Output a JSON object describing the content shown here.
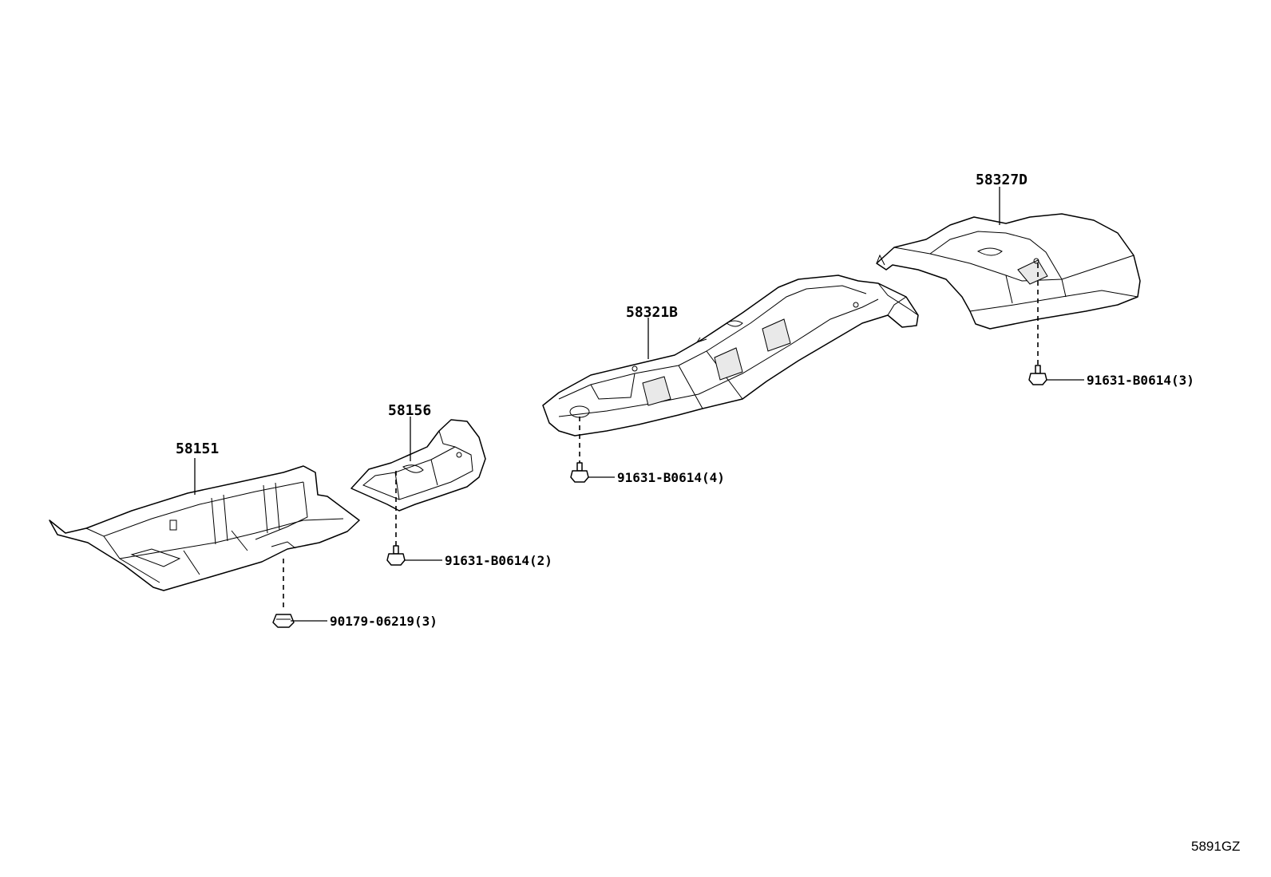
{
  "diagram_code": "5891GZ",
  "parts": [
    {
      "id": "p58151",
      "label": "58151"
    },
    {
      "id": "p58156",
      "label": "58156"
    },
    {
      "id": "p58321B",
      "label": "58321B"
    },
    {
      "id": "p58327D",
      "label": "58327D"
    }
  ],
  "fasteners": [
    {
      "id": "f1",
      "label": "90179-06219(3)"
    },
    {
      "id": "f2",
      "label": "91631-B0614(2)"
    },
    {
      "id": "f3",
      "label": "91631-B0614(4)"
    },
    {
      "id": "f4",
      "label": "91631-B0614(3)"
    }
  ]
}
